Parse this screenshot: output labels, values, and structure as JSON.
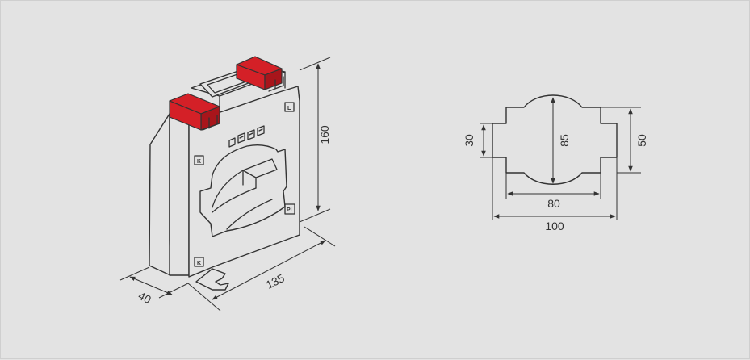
{
  "iso_view": {
    "dimensions": {
      "width": "135",
      "depth": "40",
      "height": "160"
    },
    "terminal_marks": {
      "top_right": "L",
      "left": "K",
      "bottom_left": "K",
      "bottom_right": "Pl"
    },
    "accent_color": "#d42027"
  },
  "section_view": {
    "dimensions": {
      "outer_width": "100",
      "inner_width": "80",
      "height": "85",
      "right_step": "50",
      "left_step": "30"
    }
  }
}
